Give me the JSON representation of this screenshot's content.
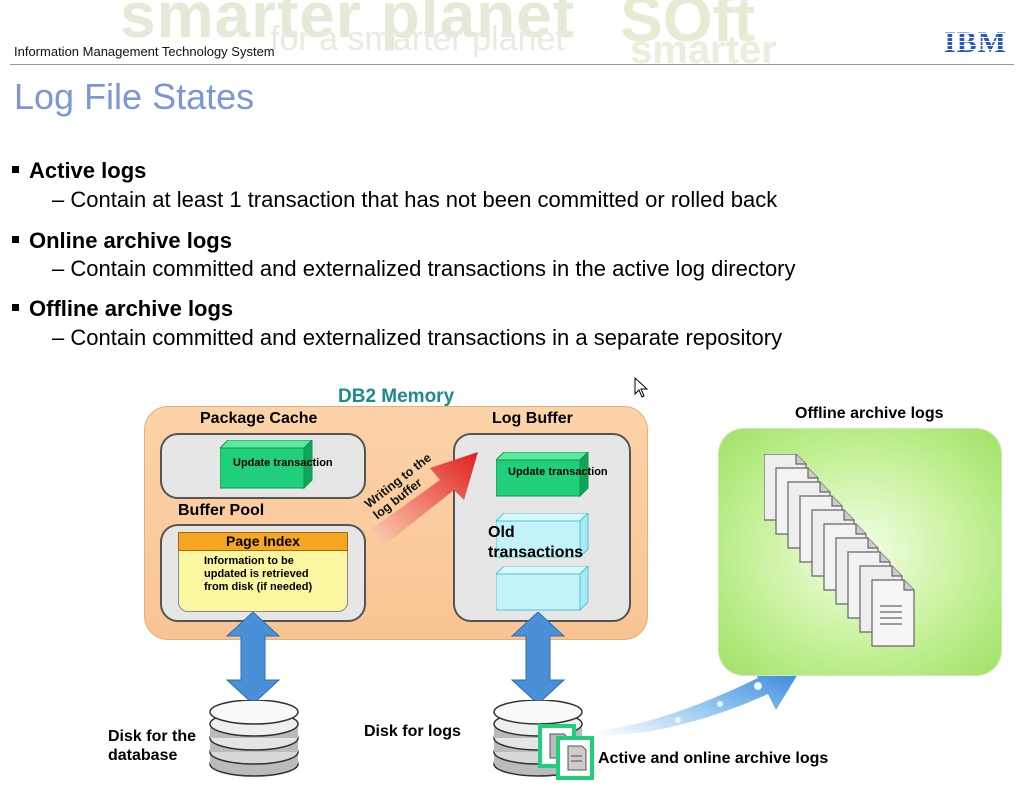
{
  "header": {
    "subtitle": "Information Management Technology System",
    "logo": "IBM",
    "banner_watermark": [
      "smarter planet",
      "for a smarter planet",
      "SOft",
      "smarter"
    ]
  },
  "title": "Log File States",
  "bullets": [
    {
      "heading": "Active logs",
      "detail": "Contain at least 1 transaction that has not been committed or rolled back"
    },
    {
      "heading": "Online archive logs",
      "detail": "Contain committed and externalized transactions in the active log directory"
    },
    {
      "heading": "Offline archive logs",
      "detail": "Contain committed and externalized transactions in a separate repository"
    }
  ],
  "diagram": {
    "memory_label": "DB2 Memory",
    "package_cache": "Package Cache",
    "update_transaction": "Update transaction",
    "buffer_pool": "Buffer Pool",
    "page_index": "Page Index",
    "page_index_text": "Information to be updated is retrieved from disk (if needed)",
    "log_buffer": "Log Buffer",
    "old_transactions": "Old transactions",
    "writing_arrow": "Writing to the log buffer",
    "disk_db": "Disk for the database",
    "disk_logs": "Disk for logs",
    "active_online": "Active and online archive logs",
    "offline_archive": "Offline archive logs",
    "colors": {
      "memory_fill": "#fbcb9c",
      "memory_label": "#1e8a8a",
      "cube_green": "#1fcf7a",
      "arrow_blue": "#4a90d9",
      "offline_green": "#a8e86e",
      "writing_arrow": "#e02020"
    }
  }
}
